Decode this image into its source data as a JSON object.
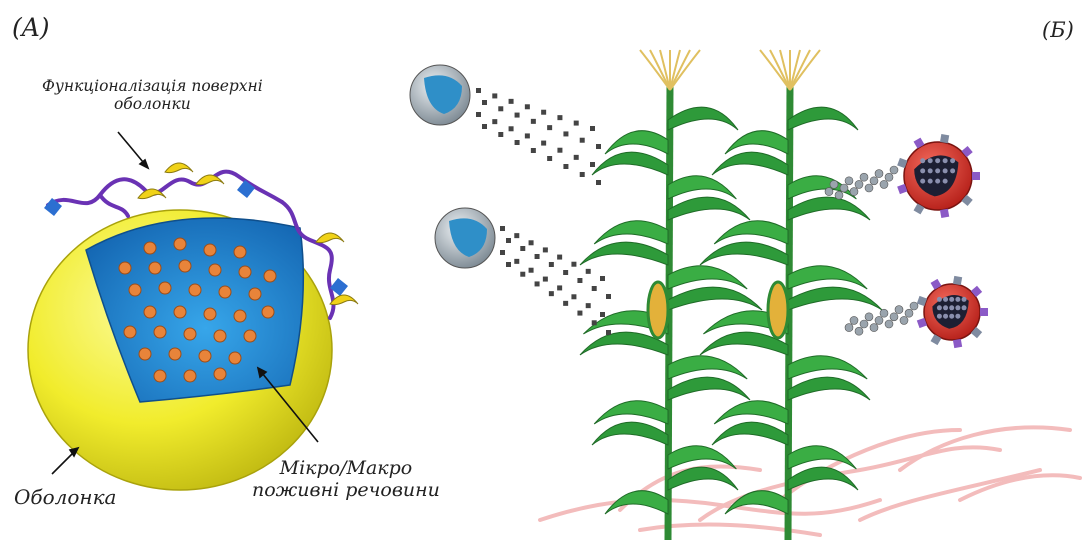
{
  "labels": {
    "panel_a": "(A)",
    "panel_b": "(Б)",
    "surface_functionalization_line1": "Функціоналізація поверхні",
    "surface_functionalization_line2": "оболонки",
    "shell": "Оболонка",
    "nutrients_line1": "Мікро/Макро",
    "nutrients_line2": "поживні речовини"
  },
  "colors": {
    "shell_yellow": "#f2ee2a",
    "core_blue": "#1f78c8",
    "particle_orange": "#e8843a",
    "ligand_purple": "#7a3cc0",
    "plant_green": "#2e9a3a",
    "root_pink": "#f3b7b7",
    "nanocapsule_red": "#d8302a",
    "nanocapsule_gray": "#9aa4ad"
  }
}
